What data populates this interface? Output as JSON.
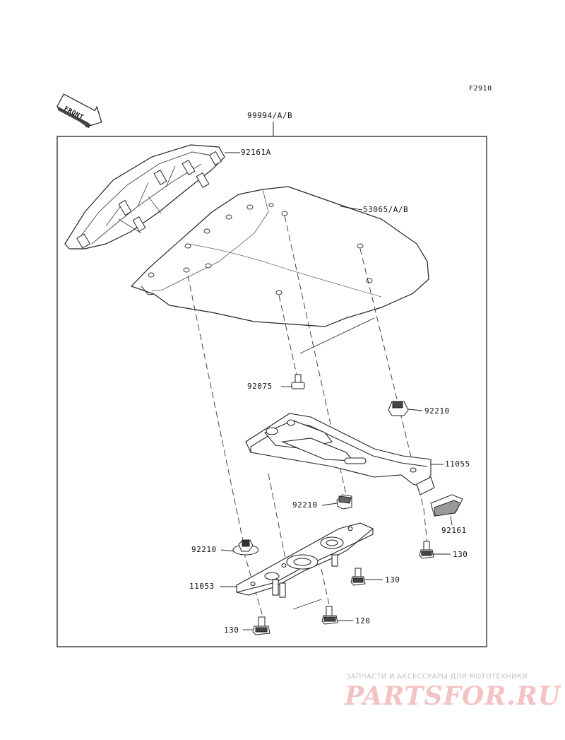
{
  "figure_code": "F2910",
  "front_label": "FRONT",
  "assembly_label": "99994/A/B",
  "parts": {
    "p92161A": "92161A",
    "p53065": "53065/A/B",
    "p92075": "92075",
    "p92210_a": "92210",
    "p11055": "11055",
    "p92210_b": "92210",
    "p92161": "92161",
    "p92210_c": "92210",
    "p130_a": "130",
    "p130_b": "130",
    "p11053": "11053",
    "p120": "120",
    "p130_c": "130"
  },
  "watermark": {
    "text": "ЗАПЧАСТИ И АКСЕССУАРЫ ДЛЯ МОТОТЕХНИКИ",
    "logo": "PARTSFOR.RU"
  }
}
